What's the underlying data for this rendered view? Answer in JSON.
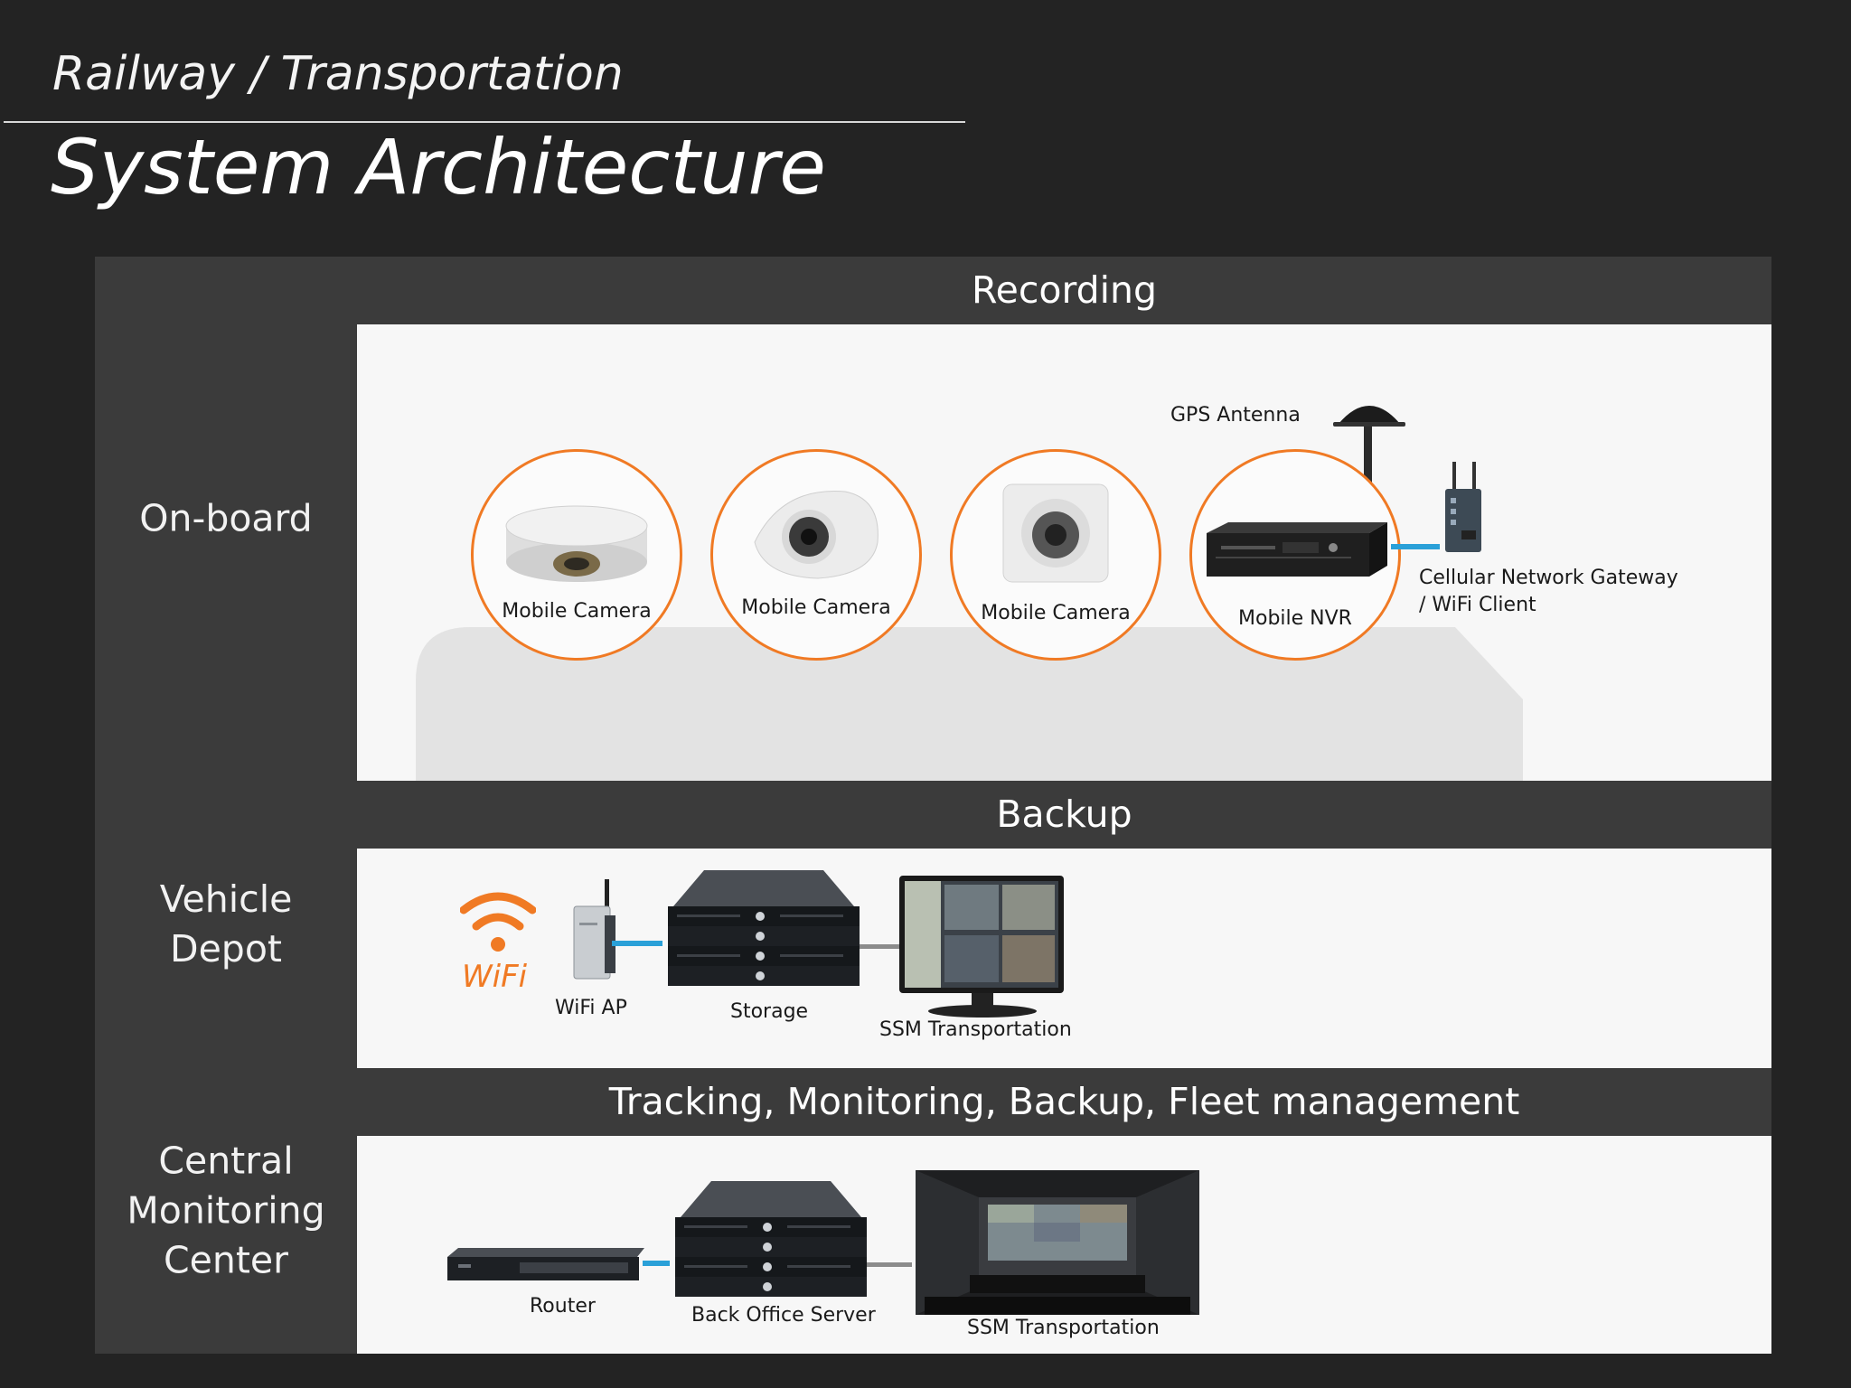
{
  "header": {
    "subtitle": "Railway / Transportation",
    "title": "System Architecture"
  },
  "colors": {
    "background": "#232323",
    "panel": "#3b3b3b",
    "content_bg": "#f7f7f7",
    "accent_orange": "#f07a24",
    "link_blue": "#2aa0d8",
    "link_gray": "#8c8c8c"
  },
  "rows": [
    {
      "label": "On-board",
      "section_title": "Recording",
      "devices": [
        {
          "label": "Mobile Camera",
          "icon": "fisheye-camera-icon"
        },
        {
          "label": "Mobile Camera",
          "icon": "flat-dome-camera-icon"
        },
        {
          "label": "Mobile Camera",
          "icon": "dome-camera-icon"
        },
        {
          "label": "Mobile NVR",
          "icon": "nvr-icon"
        },
        {
          "label": "GPS Antenna",
          "icon": "gps-antenna-icon"
        },
        {
          "label_line1": "Cellular Network Gateway",
          "label_line2": "/ WiFi Client",
          "icon": "gateway-icon"
        }
      ]
    },
    {
      "label_line1": "Vehicle",
      "label_line2": "Depot",
      "section_title": "Backup",
      "devices": [
        {
          "label": "WiFi",
          "icon": "wifi-icon"
        },
        {
          "label": "WiFi AP",
          "icon": "access-point-icon"
        },
        {
          "label": "Storage",
          "icon": "storage-server-icon"
        },
        {
          "label": "SSM Transportation",
          "icon": "monitor-icon"
        }
      ]
    },
    {
      "label_line1": "Central",
      "label_line2": "Monitoring",
      "label_line3": "Center",
      "section_title": "Tracking, Monitoring, Backup, Fleet management",
      "devices": [
        {
          "label": "Router",
          "icon": "router-icon"
        },
        {
          "label": "Back Office Server",
          "icon": "server-rack-icon"
        },
        {
          "label": "SSM Transportation",
          "icon": "control-room-icon"
        }
      ]
    }
  ]
}
